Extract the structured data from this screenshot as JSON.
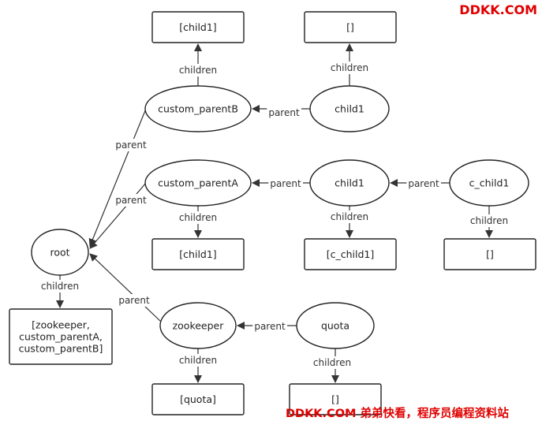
{
  "diagram": {
    "nodes": [
      {
        "id": "root",
        "label": "root"
      },
      {
        "id": "root_children",
        "label": "[zookeeper,\ncustom_parentA,\ncustom_parentB]"
      },
      {
        "id": "cpB",
        "label": "custom_parentB"
      },
      {
        "id": "cpB_children",
        "label": "[child1]"
      },
      {
        "id": "cpB_child1",
        "label": "child1"
      },
      {
        "id": "cpB_child1_children",
        "label": "[]"
      },
      {
        "id": "cpA",
        "label": "custom_parentA"
      },
      {
        "id": "cpA_children",
        "label": "[child1]"
      },
      {
        "id": "cpA_child1",
        "label": "child1"
      },
      {
        "id": "cpA_child1_children",
        "label": "[c_child1]"
      },
      {
        "id": "c_child1",
        "label": "c_child1"
      },
      {
        "id": "c_child1_children",
        "label": "[]"
      },
      {
        "id": "zk",
        "label": "zookeeper"
      },
      {
        "id": "zk_children",
        "label": "[quota]"
      },
      {
        "id": "quota",
        "label": "quota"
      },
      {
        "id": "quota_children",
        "label": "[]"
      }
    ],
    "edges": [
      {
        "from": "root",
        "to": "root_children",
        "label": "children"
      },
      {
        "from": "cpB",
        "to": "root",
        "label": "parent"
      },
      {
        "from": "cpA",
        "to": "root",
        "label": "parent"
      },
      {
        "from": "zk",
        "to": "root",
        "label": "parent"
      },
      {
        "from": "cpB",
        "to": "cpB_children",
        "label": "children"
      },
      {
        "from": "cpB_child1",
        "to": "cpB",
        "label": "parent"
      },
      {
        "from": "cpB_child1",
        "to": "cpB_child1_children",
        "label": "children"
      },
      {
        "from": "cpA",
        "to": "cpA_children",
        "label": "children"
      },
      {
        "from": "cpA_child1",
        "to": "cpA",
        "label": "parent"
      },
      {
        "from": "cpA_child1",
        "to": "cpA_child1_children",
        "label": "children"
      },
      {
        "from": "c_child1",
        "to": "cpA_child1",
        "label": "parent"
      },
      {
        "from": "c_child1",
        "to": "c_child1_children",
        "label": "children"
      },
      {
        "from": "zk",
        "to": "zk_children",
        "label": "children"
      },
      {
        "from": "quota",
        "to": "zk",
        "label": "parent"
      },
      {
        "from": "quota",
        "to": "quota_children",
        "label": "children"
      }
    ]
  },
  "watermark": {
    "top": "DDKK.COM",
    "bottom": "DDKK.COM 弟弟快看，程序员编程资料站"
  }
}
